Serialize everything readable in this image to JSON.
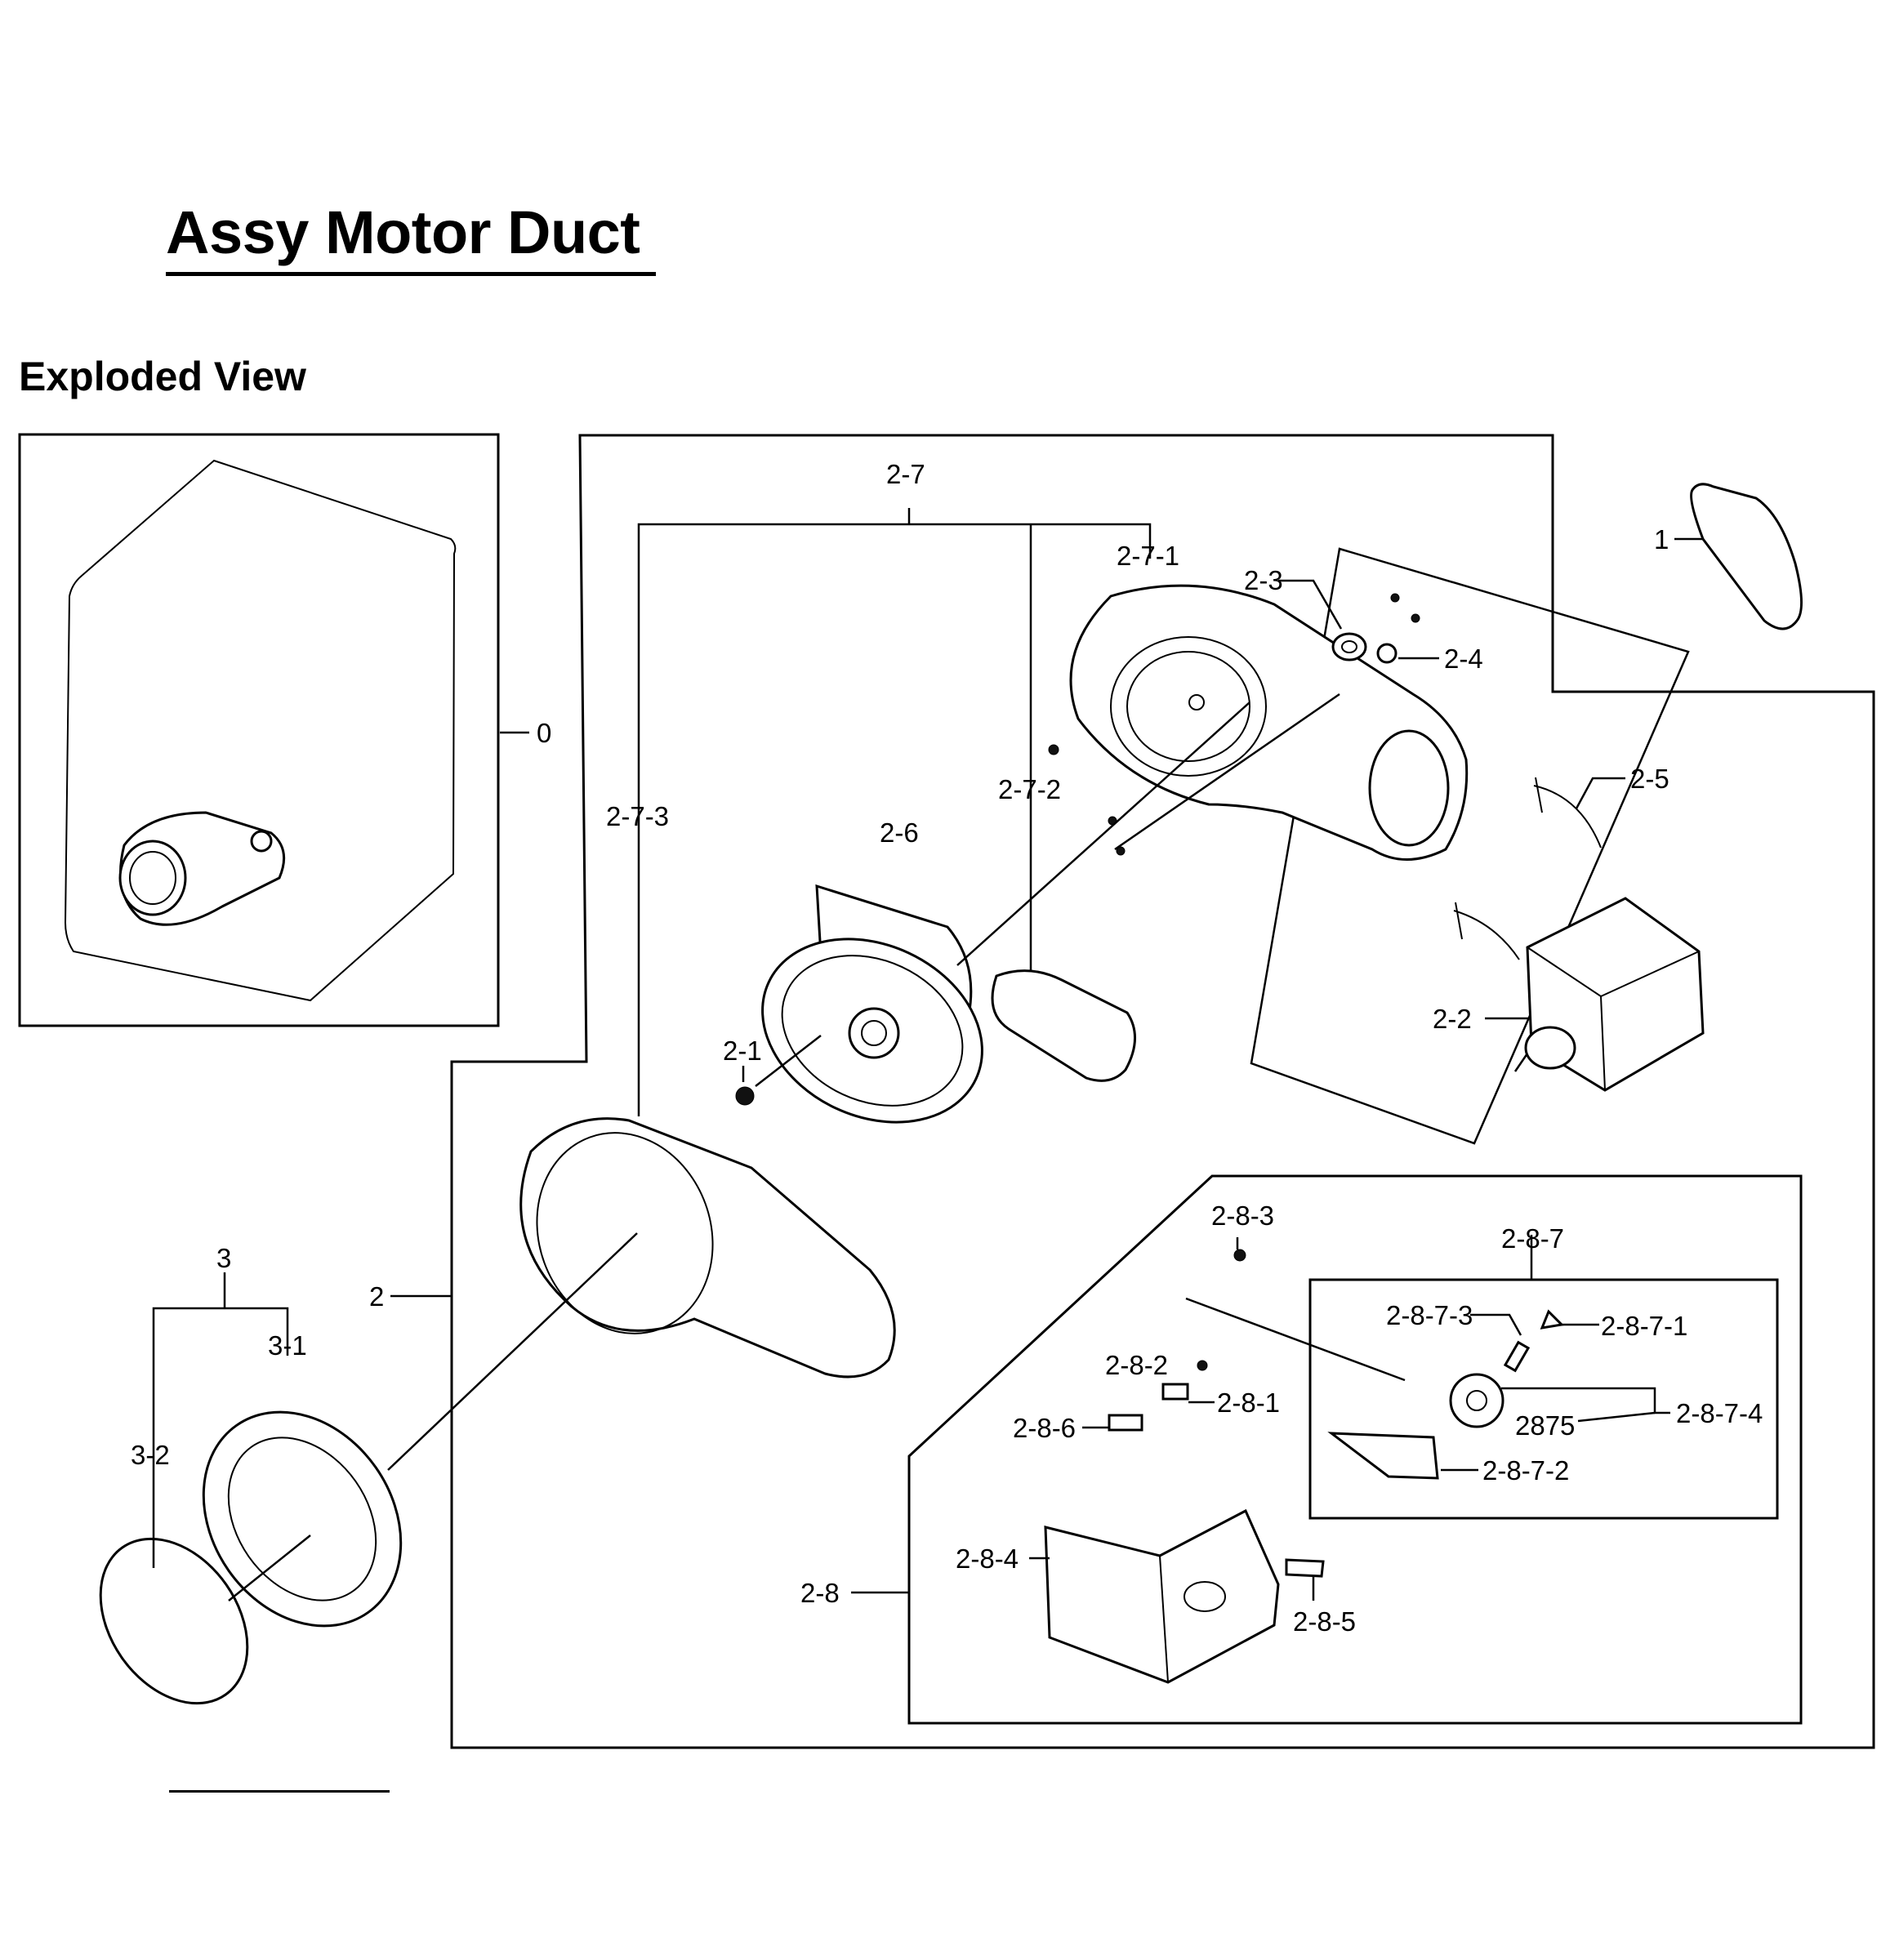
{
  "header": {
    "title": "Assy Motor Duct",
    "subtitle": "Exploded View"
  },
  "labels": {
    "p0": "0",
    "p1": "1",
    "p2": "2",
    "p2_1": "2-1",
    "p2_2": "2-2",
    "p2_3": "2-3",
    "p2_4": "2-4",
    "p2_5": "2-5",
    "p2_6": "2-6",
    "p2_7": "2-7",
    "p2_7_1": "2-7-1",
    "p2_7_2": "2-7-2",
    "p2_7_3": "2-7-3",
    "p2_8": "2-8",
    "p2_8_1": "2-8-1",
    "p2_8_2": "2-8-2",
    "p2_8_3": "2-8-3",
    "p2_8_4": "2-8-4",
    "p2_8_5": "2-8-5",
    "p2_8_6": "2-8-6",
    "p2_8_7": "2-8-7",
    "p2_8_7_1": "2-8-7-1",
    "p2_8_7_2": "2-8-7-2",
    "p2_8_7_3": "2-8-7-3",
    "p2_8_7_4": "2-8-7-4",
    "p3": "3",
    "p3_1": "3-1",
    "p3_2": "3-2",
    "note_2875": "2875"
  }
}
